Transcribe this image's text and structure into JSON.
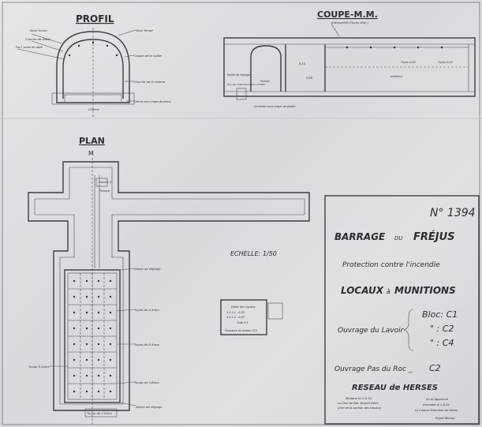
{
  "views": {
    "profil_title": "PROFIL",
    "coupe_title": "COUPE-M.M.",
    "plan_title": "PLAN",
    "section_marker": "M"
  },
  "profil_labels": {
    "left_1": "Seuil forme",
    "left_2": "Couche de sable",
    "left_3": "Pas 1 pouce de sable",
    "right_1": "Seuil fermé",
    "right_2": "Coupe de la voûte",
    "right_3": "Couche de la citerne",
    "right_4": "Citerne sous chape de plomb",
    "bottom": "Citerne"
  },
  "coupe_labels": {
    "top": "Antiquarité (Tuyau alim.)",
    "left_1": "Voûte de réglage",
    "left_2": "Pompe",
    "left_3": "Ruy de cadencee Tuyau +0.000",
    "right_1": "Tuyau 0.45",
    "right_2": "Tuyau 0.45",
    "bottom": "Conduite sous chape de plomb",
    "dim_1": "2.60",
    "dim_2": "9.15",
    "dim_3": "Intérieur"
  },
  "plan_labels": {
    "left_1": "Hublot 5",
    "left_2": "Pompe",
    "right_1": "Vanne de réglage",
    "right_2": "Tuyau de 5.4mm",
    "right_3": "Tuyau de 6.4mm",
    "right_4": "Tuyau de 5.8mm",
    "left_3": "Tuyau 6.4mm",
    "bottom_1": "Vanne de réglage",
    "bottom_2": "Tuyau de 4.0mm"
  },
  "scale": "ECHELLE: 1/50",
  "legend_box": {
    "line1": "Débit des tuyaux",
    "line2": "4.1.1.1 - 0.25",
    "line3": "4.2.1.2 - 0.33",
    "line4": "Total 3.4",
    "line5": "Puissance du moteur 3CV"
  },
  "title_block": {
    "number": "N° 1394",
    "line1_a": "BARRAGE",
    "line1_b": "DU",
    "line1_c": "FRÉJUS",
    "line2": "Protection contre l'incendie",
    "line3_a": "LOCAUX",
    "line3_b": "à",
    "line3_c": "MUNITIONS",
    "ouvrage1": "Ouvrage du Lavoir",
    "bloc1": "Bloc: C1",
    "bloc2": "\" : C2",
    "bloc3": "\" : C4",
    "ouvrage2_a": "Ouvrage Pas du Roc _",
    "ouvrage2_b": "C2",
    "line5": "RESEAU de HERSES",
    "sig_left_1": "Modane le 1-5-34",
    "sig_left_2": "Le Chef de Bat. Brunet Henri",
    "sig_left_3": "Chef de la section des travaux",
    "sig_right_1": "Vu et Approuvé",
    "sig_right_2": "Grenoble le 1-8-34",
    "sig_right_3": "Le Colonel Directeur du Génie",
    "sig_right_4": "Signé Morlay"
  }
}
